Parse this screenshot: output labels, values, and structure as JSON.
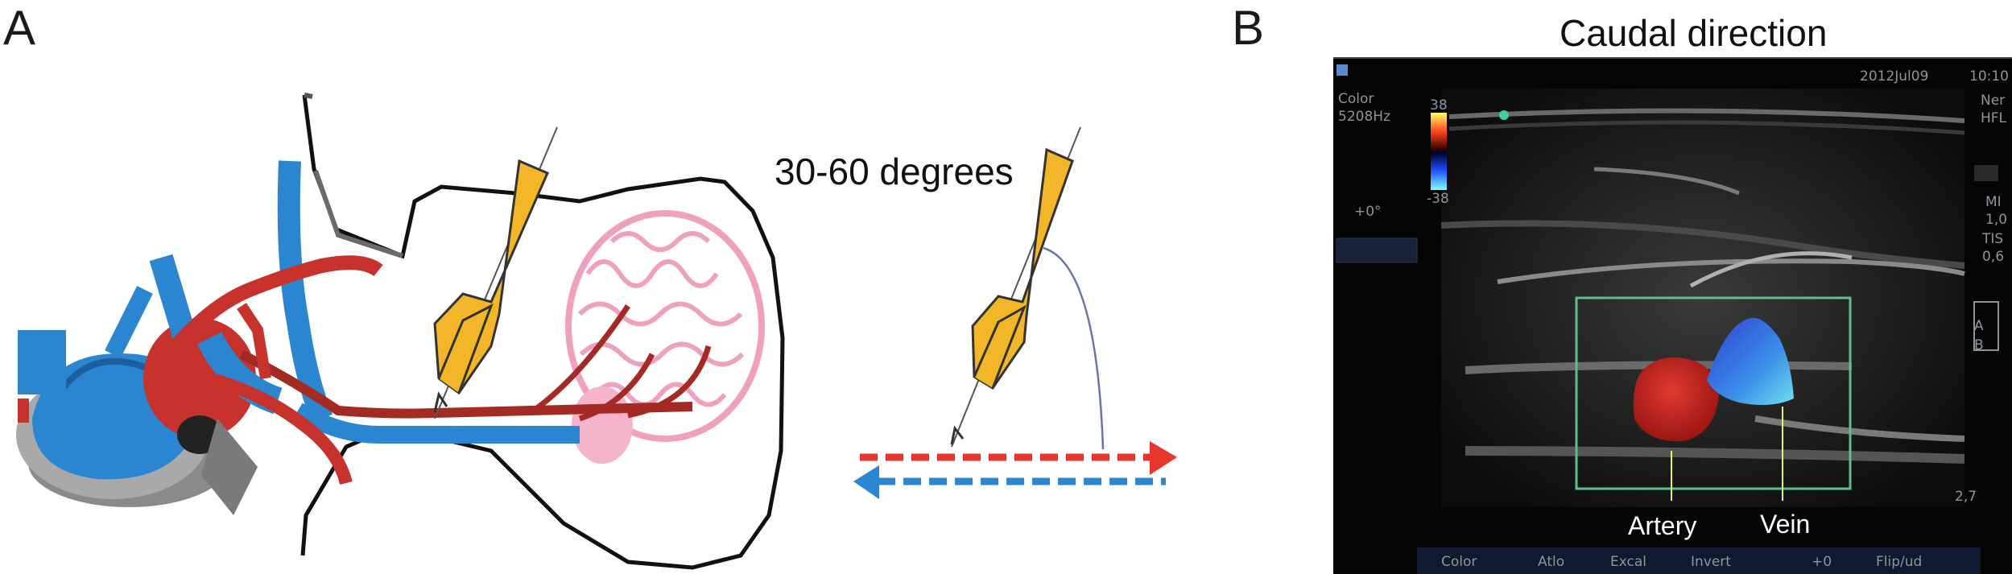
{
  "panel_a": {
    "letter": "A",
    "angle_label": "30-60 degrees"
  },
  "panel_b": {
    "letter": "B",
    "title": "Caudal direction",
    "screen": {
      "date": "2012Jul09",
      "time": "10:10",
      "mode_line1": "Color",
      "mode_line2": "5208Hz",
      "scale_top": "38",
      "scale_bottom": "-38",
      "steer": "+0°",
      "right_params": [
        "Ner",
        "HFL",
        "MI",
        "1,0",
        "TIS",
        "0,6"
      ],
      "depth": "2,7",
      "markers": [
        "A",
        "B"
      ],
      "bottom_menu": [
        "Color",
        "Atlo",
        "Excal",
        "Invert",
        "+0",
        "Flip/ud"
      ]
    },
    "labels": {
      "artery": "Artery",
      "vein": "Vein"
    }
  },
  "colors": {
    "artery_red": "#c8322c",
    "vein_blue": "#2a86d0",
    "probe_yellow": "#f4b629",
    "brain_pink": "#f6b8cc",
    "roi_green": "#5cc08a"
  }
}
